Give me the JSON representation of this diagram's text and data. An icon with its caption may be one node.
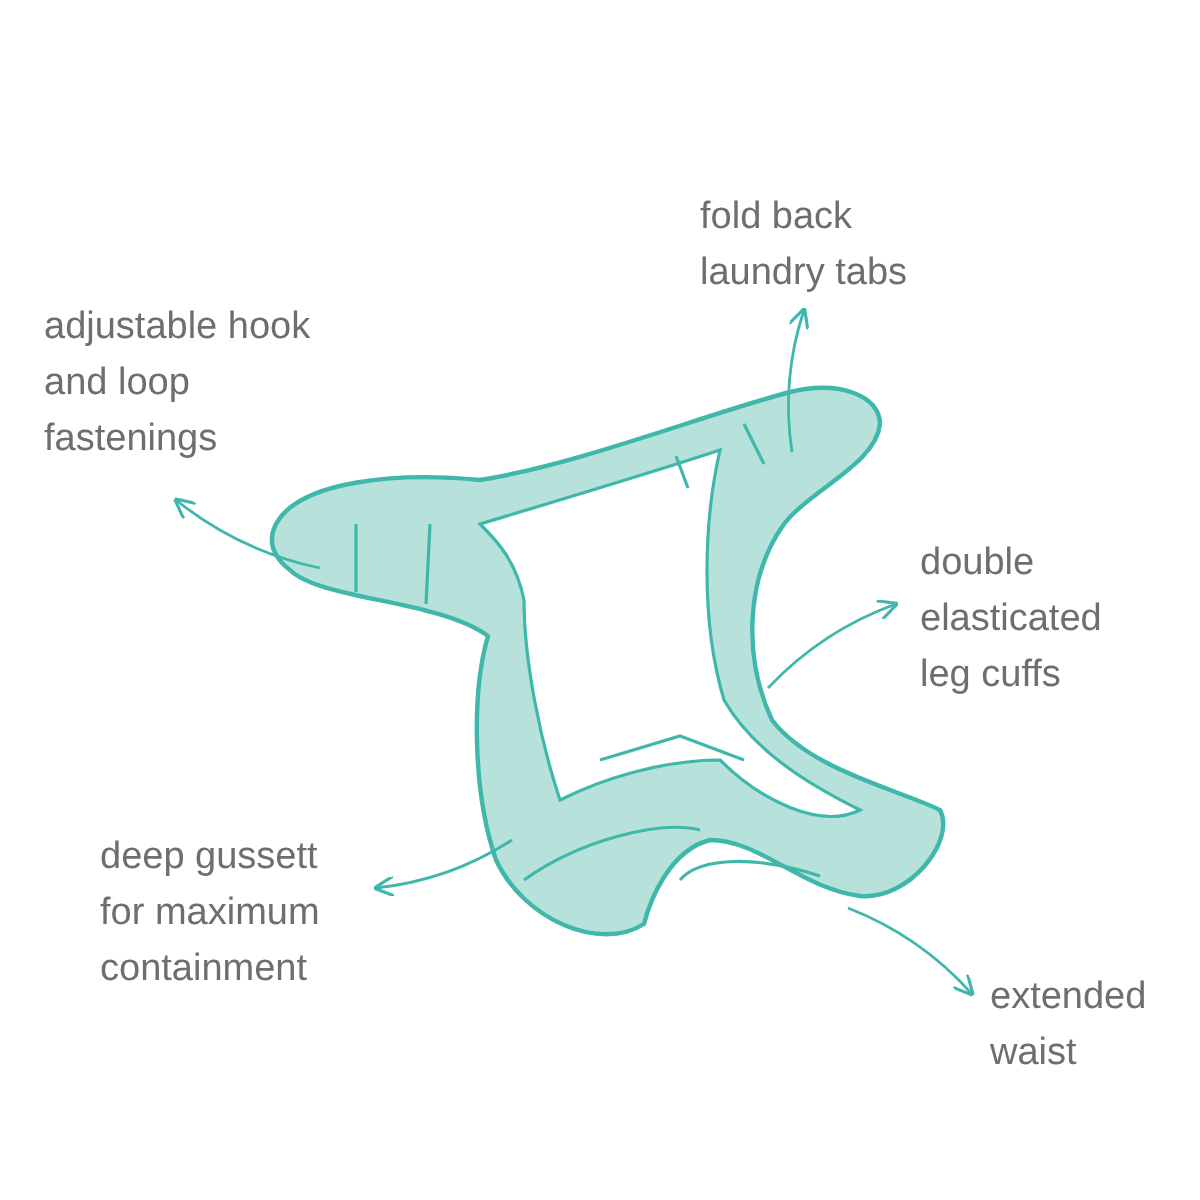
{
  "diagram": {
    "nodes": [
      {
        "text": [
          "fold back laundry tabs"
        ]
      },
      {
        "text": [
          "adjustable hook and loop fastenings"
        ]
      },
      {
        "text": [],
        "shape": "picture"
      },
      {
        "text": [
          "double elasticated leg cuffs"
        ]
      },
      {
        "text": [
          "deep gussett for maximum containment"
        ]
      },
      {
        "text": [
          "extended waist"
        ]
      }
    ],
    "edges": [
      {
        "from": 2,
        "to": 0,
        "arrow": "to"
      },
      {
        "from": 2,
        "to": 1,
        "arrow": "to"
      },
      {
        "from": 2,
        "to": 3,
        "arrow": "to"
      },
      {
        "from": 2,
        "to": 4,
        "arrow": "to"
      },
      {
        "from": 2,
        "to": 5,
        "arrow": "to"
      }
    ]
  }
}
